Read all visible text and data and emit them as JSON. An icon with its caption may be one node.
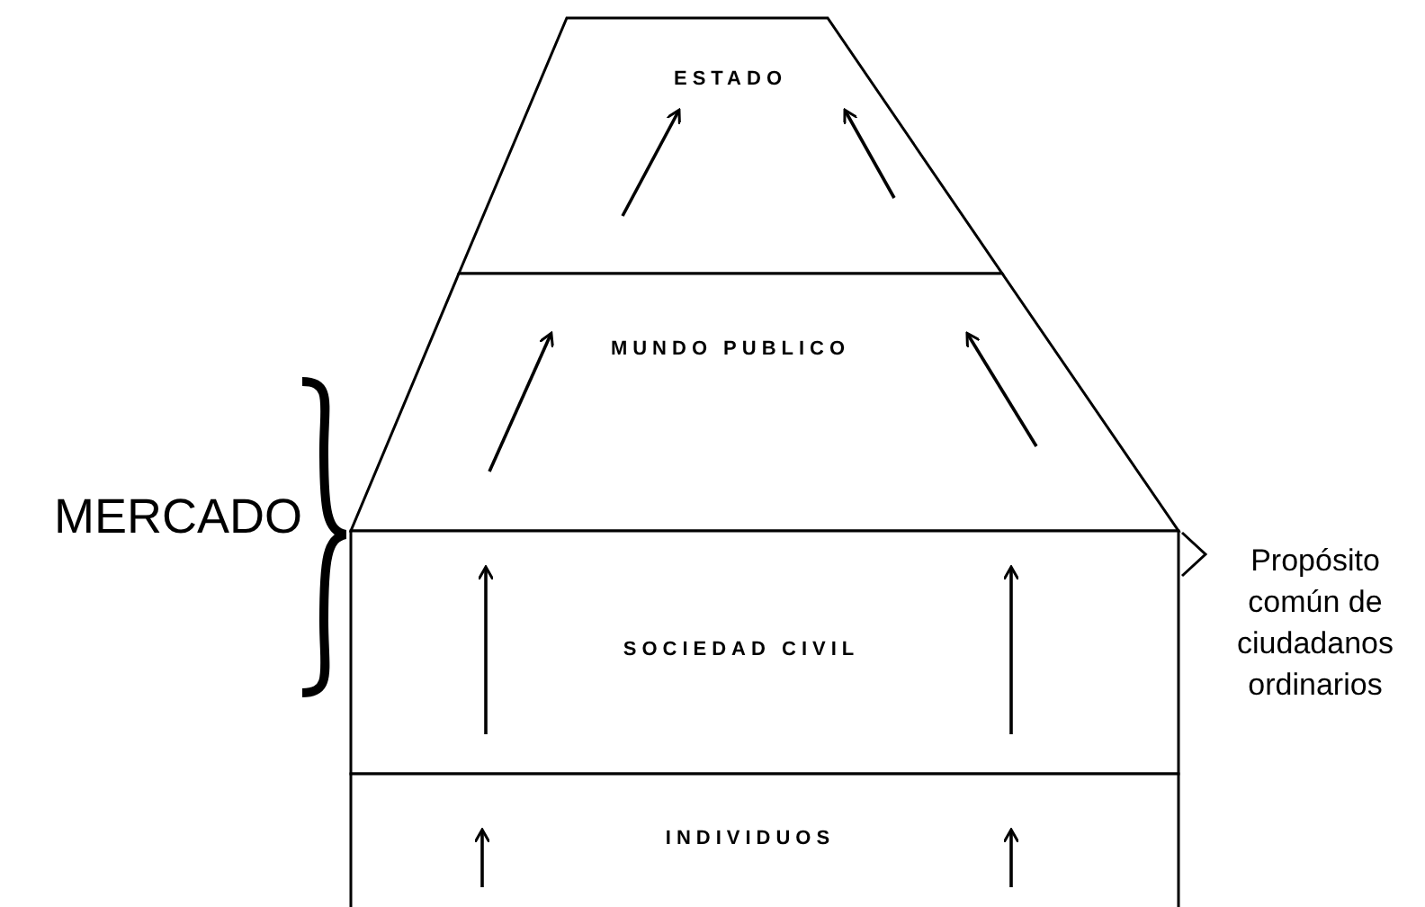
{
  "diagram": {
    "nodes": [
      {
        "text": [
          "ESTADO"
        ]
      },
      {
        "text": [
          "MUNDO PUBLICO"
        ]
      },
      {
        "text": [
          "SOCIEDAD CIVIL"
        ]
      },
      {
        "text": [
          "INDIVIDUOS"
        ]
      }
    ],
    "labels": [
      "MERCADO",
      "Propósito común de ciudadanos ordinarios"
    ]
  }
}
